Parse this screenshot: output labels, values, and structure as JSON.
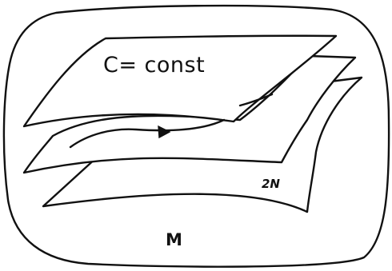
{
  "labels": {
    "level_set": "C= const",
    "dimension": "2N",
    "manifold": "M"
  }
}
